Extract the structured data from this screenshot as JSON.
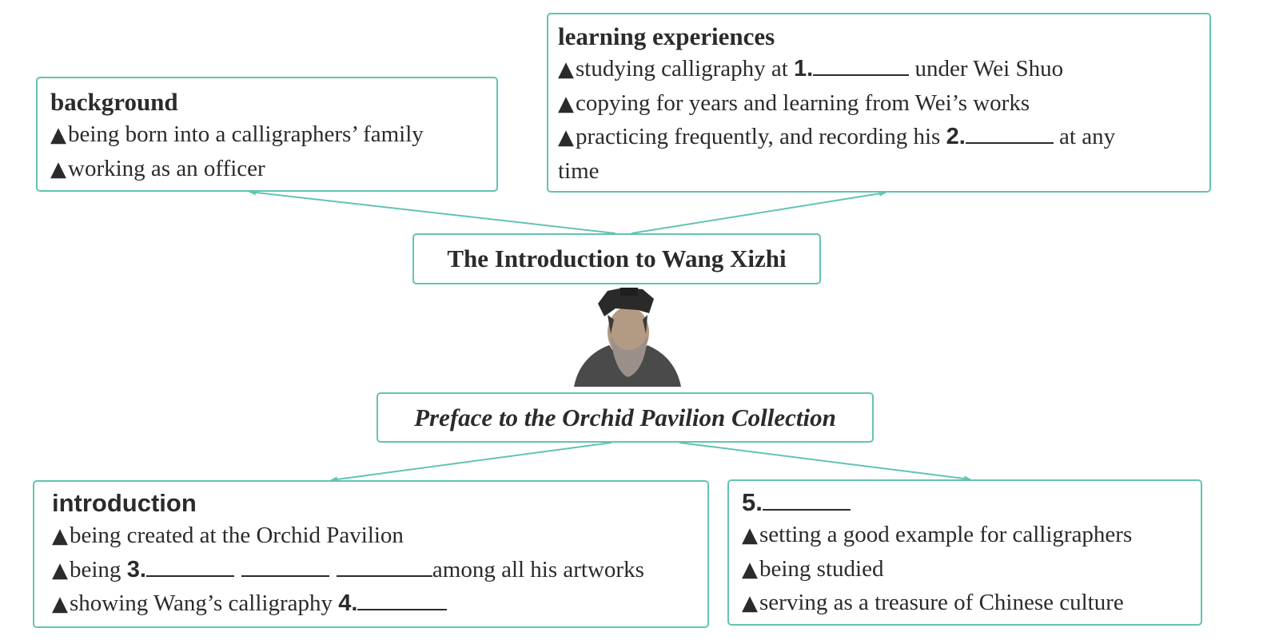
{
  "bullet_glyph": "▲",
  "title": "The Introduction to Wang Xizhi",
  "work": "Preface to the Orchid Pavilion Collection",
  "background": {
    "heading": "background",
    "items": [
      "being born into a calligraphers’ family",
      "working as an officer"
    ]
  },
  "learning": {
    "heading": "learning experiences",
    "item1_pre": "studying calligraphy at ",
    "item1_num": "1",
    "item1_post": " under Wei Shuo",
    "item2": "copying for years and learning from Wei’s works",
    "item3_pre": "practicing frequently, and recording his ",
    "item3_num": "2",
    "item3_post": " at any",
    "item3_cont": "time"
  },
  "introduction": {
    "heading": "introduction",
    "item1": "being created at the Orchid Pavilion",
    "item2_pre": "being ",
    "item2_num": "3",
    "item2_post": "among all his  artworks",
    "item3_pre": "showing Wang’s calligraphy ",
    "item3_num": "4"
  },
  "influence": {
    "heading_num": "5",
    "items": [
      "setting a good example for calligraphers",
      "being studied",
      "serving as a treasure of Chinese culture"
    ]
  },
  "colors": {
    "border": "#63c3b1",
    "text": "#2b2b2b"
  },
  "portrait_icon": "portrait-of-wang-xizhi"
}
